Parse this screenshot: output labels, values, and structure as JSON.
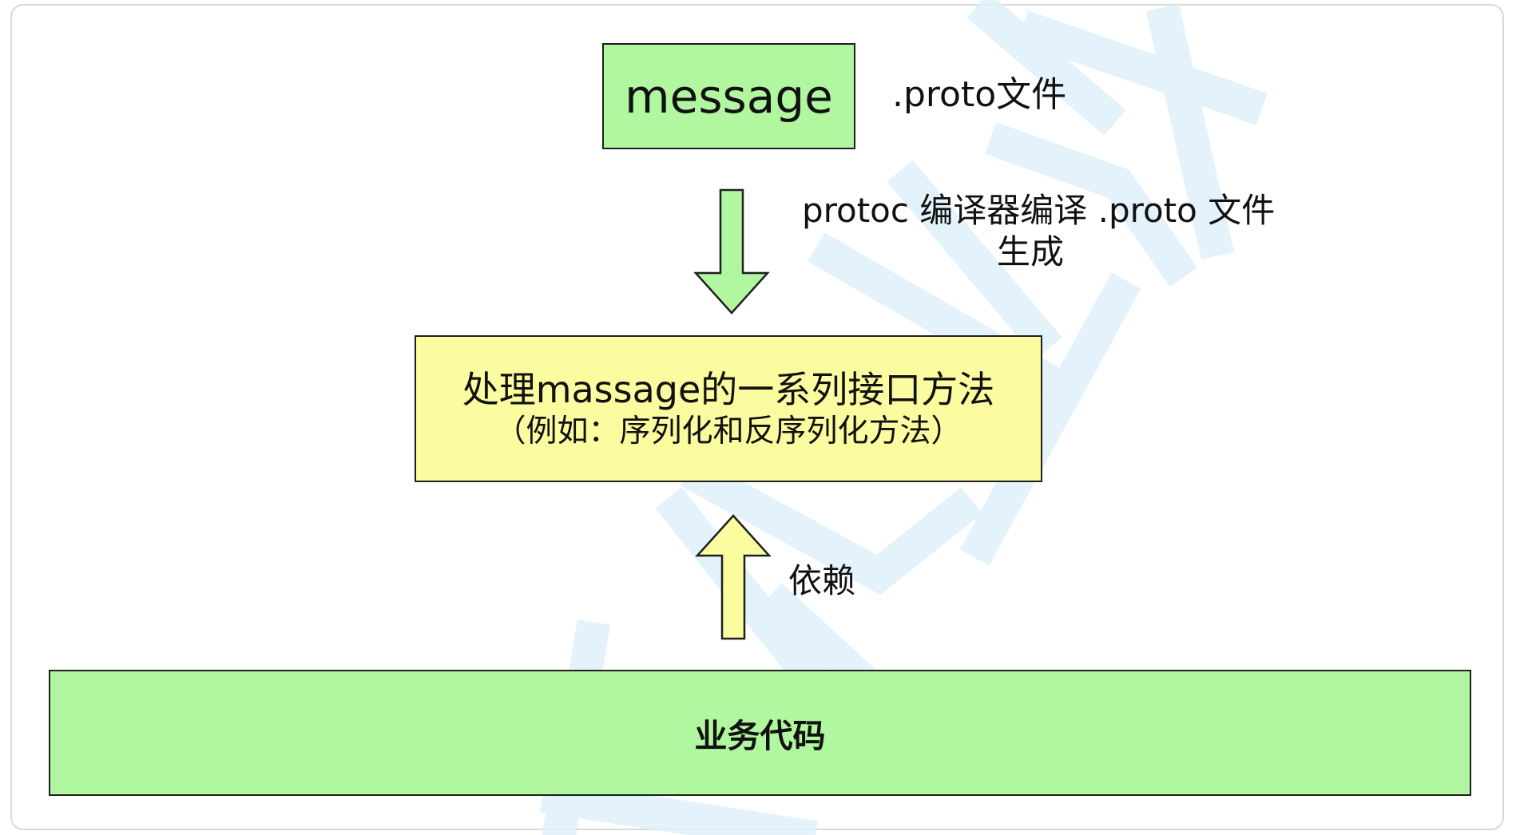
{
  "diagram": {
    "message_box": {
      "label": "message"
    },
    "proto_file_label": ".proto文件",
    "compile_label": {
      "line1": "protoc 编译器编译 .proto 文件",
      "line2": "生成"
    },
    "methods_box": {
      "line1": "处理massage的一系列接口方法",
      "line2": "（例如：序列化和反序列化方法）"
    },
    "depend_label": "依赖",
    "business_box": {
      "label": "业务代码"
    }
  },
  "colors": {
    "green_fill": "#b1f79f",
    "yellow_fill": "#fbfb9f",
    "border": "#1f1f1f",
    "watermark": "#dff0fb"
  }
}
